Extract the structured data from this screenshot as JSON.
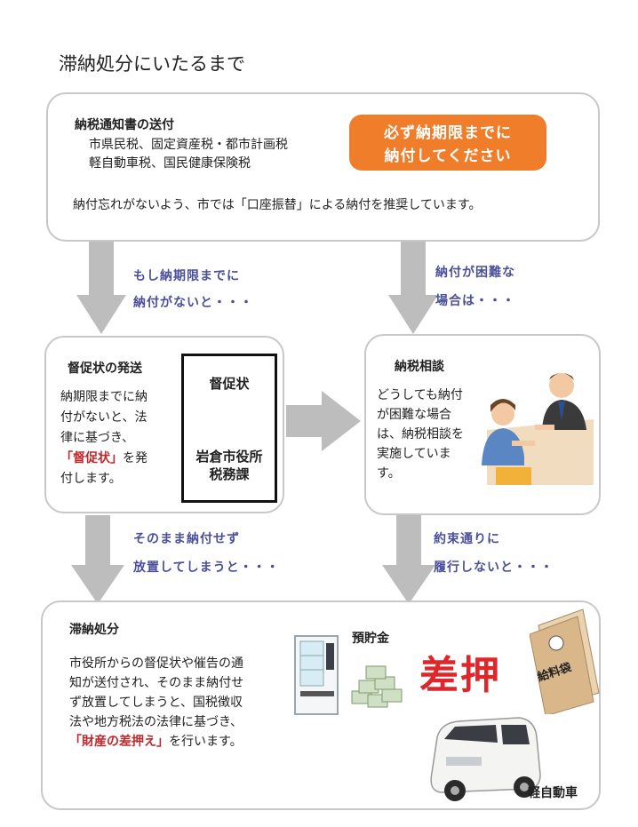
{
  "page_title": "滞納処分にいたるまで",
  "top_box": {
    "heading": "納税通知書の送付",
    "line1": "市県民税、固定資産税・都市計画税",
    "line2": "軽自動車税、国民健康保険税",
    "button_line1": "必ず納期限までに",
    "button_line2": "納付してください",
    "note": "納付忘れがないよう、市では「口座振替」による納付を推奨しています。"
  },
  "arrow_left_top": {
    "line1": "もし納期限までに",
    "line2": "納付がないと・・・"
  },
  "arrow_right_top": {
    "line1": "納付が困難な",
    "line2": "場合は・・・"
  },
  "left_box": {
    "heading": "督促状の発送",
    "body_line1": "納期限までに納",
    "body_line2": "付がないと、法",
    "body_line3": "律に基づき、",
    "body_red": "「督促状」",
    "body_line4_suffix": "を発",
    "body_line5": "付します。",
    "notice_title": "督促状",
    "notice_line1": "岩倉市役所",
    "notice_line2": "税務課"
  },
  "right_box": {
    "heading": "納税相談",
    "line1": "どうしても納付",
    "line2": "が困難な場合",
    "line3": "は、納税相談を",
    "line4": "実施していま",
    "line5": "す。"
  },
  "arrow_left_bottom": {
    "line1": "そのまま納付せず",
    "line2": "放置してしまうと・・・"
  },
  "arrow_right_bottom": {
    "line1": "約束通りに",
    "line2": "履行しないと・・・"
  },
  "bottom_box": {
    "heading": "滞納処分",
    "line1": "市役所からの督促状や催告の通",
    "line2": "知が送付され、そのまま納付せ",
    "line3": "ず放置してしまうと、国税徴収",
    "line4": "法や地方税法の法律に基づき、",
    "red": "「財産の差押え」",
    "line5_suffix": "を行います。",
    "label_savings": "預貯金",
    "label_seizure": "差押",
    "label_envelope": "給料袋",
    "label_car": "軽自動車"
  },
  "colors": {
    "orange": "#ef7d2a",
    "blue_text": "#4a4f9a",
    "red_text": "#c0282d",
    "arrow_gray": "#bdbdbd",
    "border": "#c8c8c8"
  }
}
